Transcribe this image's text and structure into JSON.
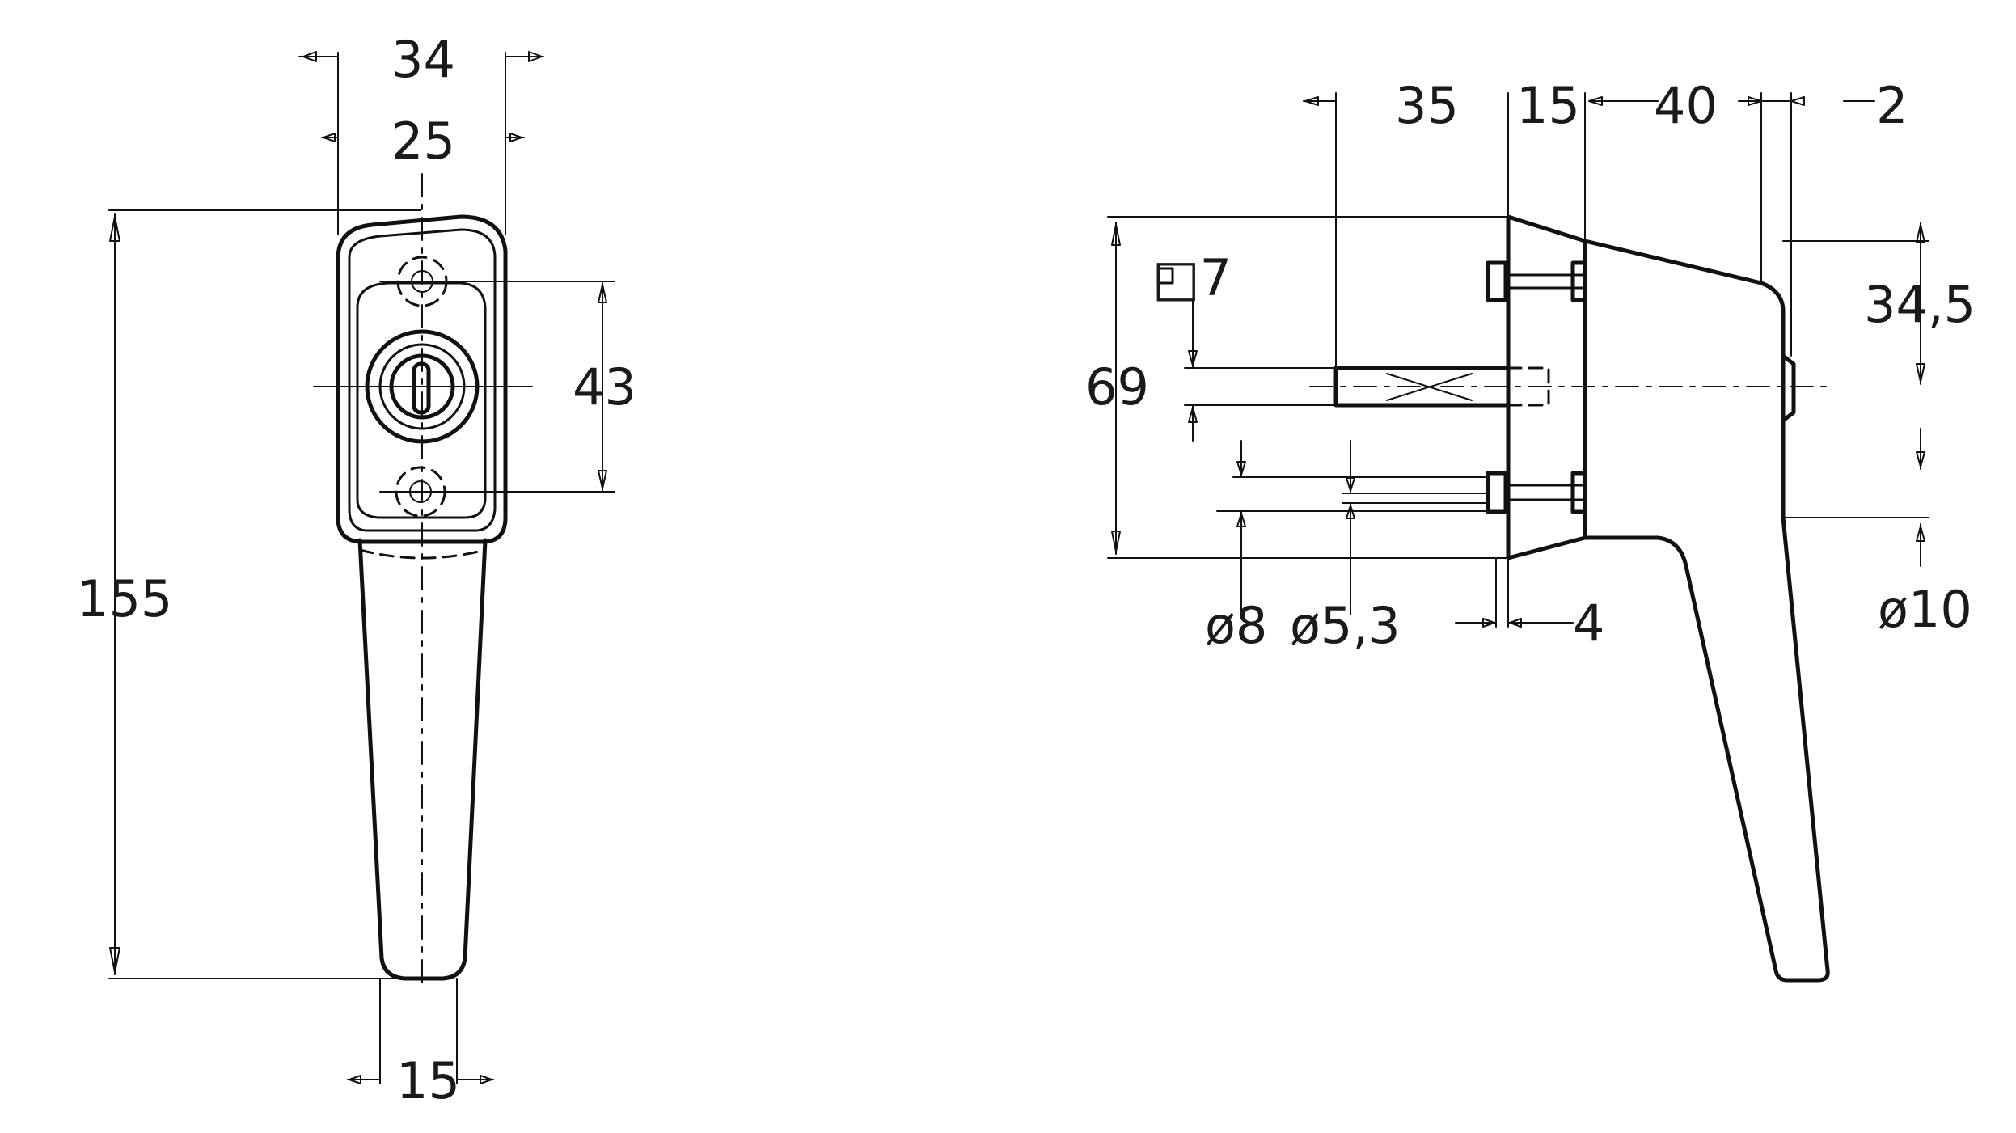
{
  "front_view": {
    "dims": {
      "width_outer": "34",
      "width_rose": "25",
      "hole_spacing": "43",
      "total_height": "155",
      "grip_width": "15"
    }
  },
  "side_view": {
    "dims": {
      "spindle_length": "35",
      "rose_depth": "15",
      "handle_offset": "40",
      "tip_offset": "2",
      "spindle_square": "□7",
      "rose_height": "69",
      "top_height": "34,5",
      "hole_dia_8": "ø8",
      "hole_dia_53": "ø5,3",
      "plate_thickness": "4",
      "pin_dia": "ø10"
    }
  }
}
